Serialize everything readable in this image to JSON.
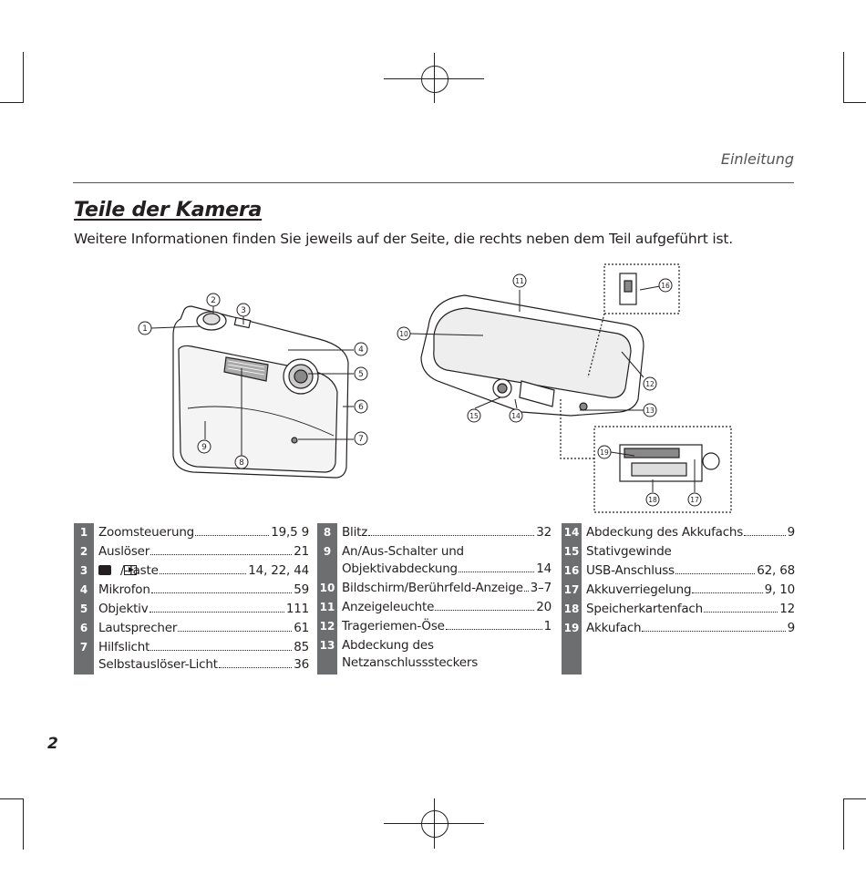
{
  "header": {
    "section": "Einleitung"
  },
  "title": "Teile der Kamera",
  "subtitle": "Weitere Informationen finden Sie jeweils auf der Seite, die rechts neben dem Teil aufgeführt ist.",
  "callouts": [
    "1",
    "2",
    "3",
    "4",
    "5",
    "6",
    "7",
    "8",
    "9",
    "10",
    "11",
    "12",
    "13",
    "14",
    "15",
    "16",
    "17",
    "18",
    "19"
  ],
  "parts_col1": [
    {
      "num": "1",
      "label": "Zoomsteuerung",
      "page": "19,5 9"
    },
    {
      "num": "2",
      "label": "Auslöser",
      "page": "21"
    },
    {
      "num": "3",
      "label": "/-Taste",
      "page": "14, 22, 44"
    },
    {
      "num": "4",
      "label": "Mikrofon",
      "page": "59"
    },
    {
      "num": "5",
      "label": "Objektiv",
      "page": "111"
    },
    {
      "num": "6",
      "label": "Lautsprecher",
      "page": "61"
    },
    {
      "num": "7",
      "label": "Hilfslicht",
      "page": "85"
    },
    {
      "num": "",
      "label": "Selbstauslöser-Licht",
      "page": "36"
    }
  ],
  "parts_col2": [
    {
      "num": "8",
      "label": "Blitz",
      "page": "32"
    },
    {
      "num": "9",
      "label": "An/Aus-Schalter und",
      "page": ""
    },
    {
      "num": "",
      "label": "Objektivabdeckung",
      "page": "14"
    },
    {
      "num": "10",
      "label": "Bildschirm/Berührfeld-Anzeige",
      "page": "3–7"
    },
    {
      "num": "11",
      "label": "Anzeigeleuchte",
      "page": "20"
    },
    {
      "num": "12",
      "label": "Trageriemen-Öse",
      "page": "1"
    },
    {
      "num": "13",
      "label": "Abdeckung des",
      "page": ""
    },
    {
      "num": "",
      "label": "Netzanschlusssteckers",
      "page": ""
    }
  ],
  "parts_col3": [
    {
      "num": "14",
      "label": "Abdeckung des Akkufachs",
      "page": "9"
    },
    {
      "num": "15",
      "label": "Stativgewinde",
      "page": ""
    },
    {
      "num": "16",
      "label": "USB-Anschluss",
      "page": "62, 68"
    },
    {
      "num": "17",
      "label": "Akkuverriegelung",
      "page": "9, 10"
    },
    {
      "num": "18",
      "label": "Speicherkartenfach",
      "page": "12"
    },
    {
      "num": "19",
      "label": "Akkufach",
      "page": "9"
    }
  ],
  "page_number": "2"
}
